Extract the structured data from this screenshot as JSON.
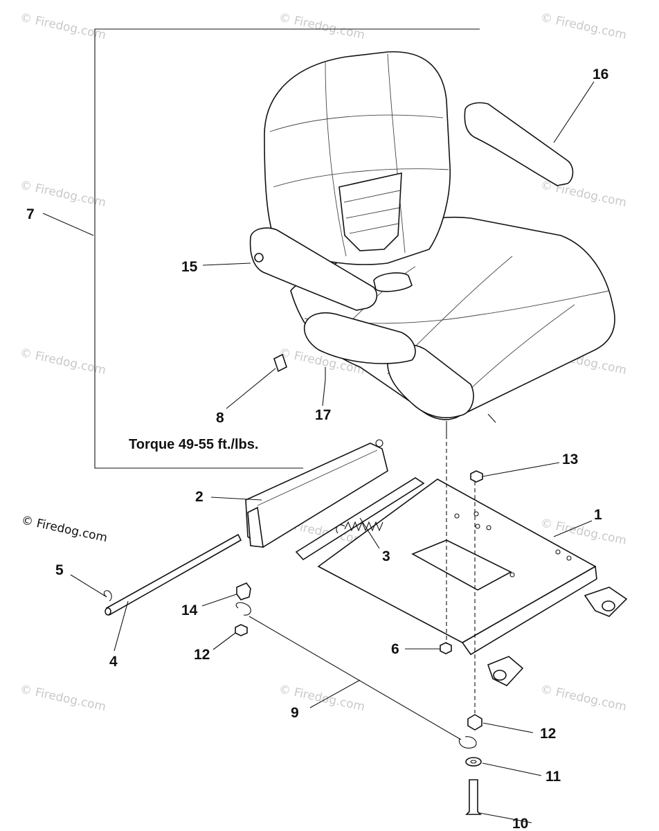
{
  "watermark": "© Firedog.com",
  "copyright": "© Firedog.com",
  "torque_note": "Torque 49-55 ft./lbs.",
  "callouts": {
    "c1": "1",
    "c2": "2",
    "c3": "3",
    "c4": "4",
    "c5": "5",
    "c6": "6",
    "c7": "7",
    "c8": "8",
    "c9": "9",
    "c10": "10",
    "c11": "11",
    "c12a": "12",
    "c12b": "12",
    "c13": "13",
    "c14": "14",
    "c15": "15",
    "c16": "16",
    "c17": "17"
  }
}
